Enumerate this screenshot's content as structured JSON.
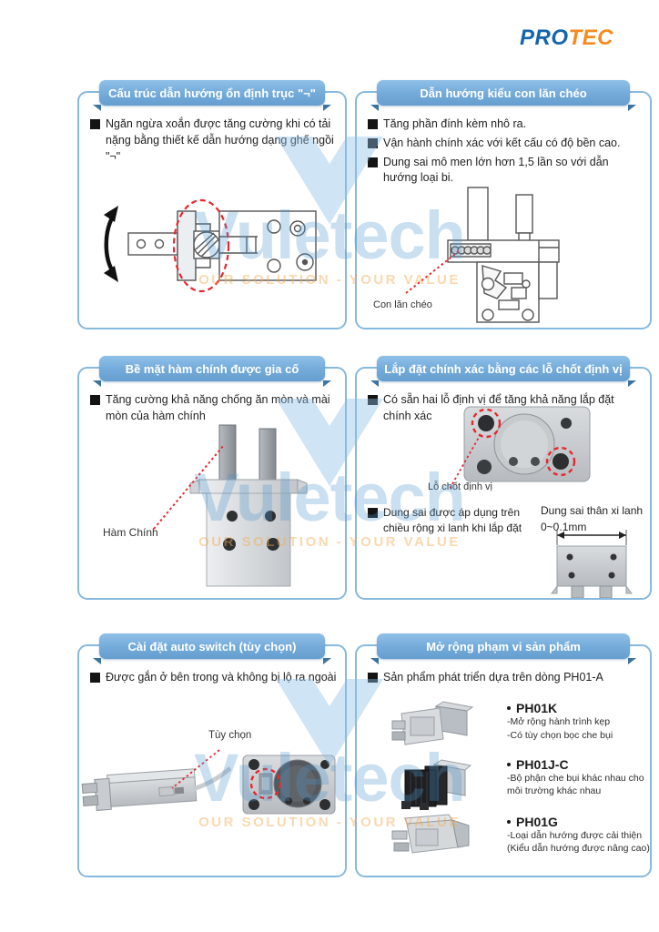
{
  "logo": {
    "pro": "PRO",
    "tec": "TEC"
  },
  "watermark": {
    "brand": "Vuletech",
    "tagline": "OUR SOLUTION - YOUR VALUE"
  },
  "colors": {
    "ribbon_blue": "#73aad9",
    "panel_border": "#88b9de",
    "highlight_red": "#e8272e",
    "logo_blue": "#1465ad",
    "logo_orange": "#f68b1f",
    "watermark_blue": "#bcd7ec",
    "watermark_orange": "#f7ddb5"
  },
  "panels": [
    {
      "title": "Cấu trúc dẫn hướng ổn định trục \"¬\"",
      "bullets": [
        "Ngăn ngừa xoắn được tăng cường khi có tải nặng bằng thiết kế dẫn hướng dạng ghế ngồi \"¬\""
      ]
    },
    {
      "title": "Dẫn hướng kiểu con lăn chéo",
      "bullets": [
        "Tăng phần đính kèm nhô ra.",
        "Vận hành chính xác với kết cấu có độ bền cao.",
        "Dung sai mô men lớn hơn 1,5 lần so với dẫn hướng loại bi."
      ],
      "label": "Con lăn chéo"
    },
    {
      "title": "Bề mặt hàm chính được gia cố",
      "bullets": [
        "Tăng cường khả năng chống ăn mòn và mài mòn của hàm chính"
      ],
      "label": "Hàm Chính"
    },
    {
      "title": "Lắp đặt chính xác bằng các lỗ chốt định vị",
      "bullets": [
        "Có sẵn hai lỗ định vị để tăng khả năng lắp đặt chính xác",
        "Dung sai được áp dụng trên chiều rộng xi lanh khi lắp đặt"
      ],
      "label": "Lỗ chốt định vị",
      "tolerance_line1": "Dung sai thân xi lanh",
      "tolerance_line2": "0~0.1mm"
    },
    {
      "title": "Cài đặt auto switch (tùy chọn)",
      "bullets": [
        "Được gắn ở bên trong và không bị lộ ra ngoài"
      ],
      "label": "Tùy chọn"
    },
    {
      "title": "Mở rộng phạm vi sản phẩm",
      "bullets": [
        "Sản phẩm phát triển dựa trên dòng PH01-A"
      ],
      "products": [
        {
          "name": "PH01K",
          "desc": [
            "-Mở rộng hành trình kẹp",
            "-Có tùy chọn bọc che bụi"
          ]
        },
        {
          "name": "PH01J-C",
          "desc": [
            "-Bộ phận che bụi khác nhau cho môi trường khác nhau"
          ]
        },
        {
          "name": "PH01G",
          "desc": [
            "-Loại dẫn hướng được cải thiện (Kiểu dẫn hướng được nâng cao)"
          ]
        }
      ]
    }
  ]
}
